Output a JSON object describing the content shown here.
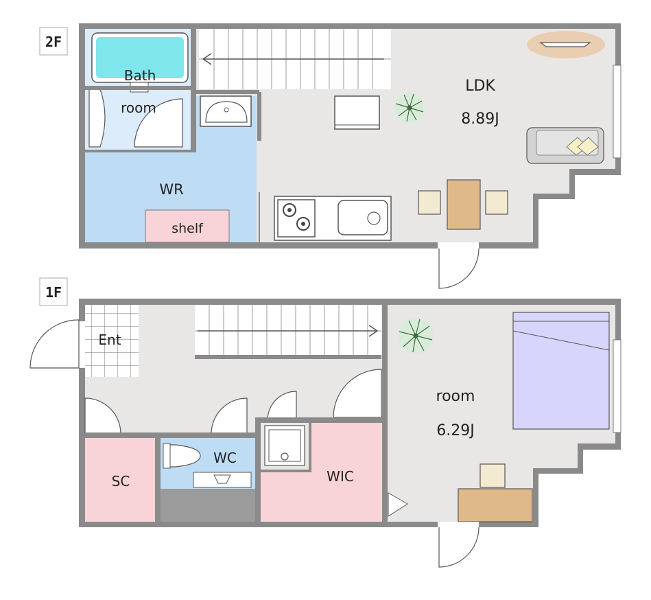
{
  "floors": {
    "second": {
      "label": "2F",
      "rooms": {
        "bath_line1": "Bath",
        "bath_line2": "room",
        "wr": "WR",
        "shelf": "shelf",
        "ldk": "LDK",
        "ldk_size": "8.89J"
      }
    },
    "first": {
      "label": "1F",
      "rooms": {
        "ent": "Ent",
        "sc": "SC",
        "wc": "WC",
        "wic": "WIC",
        "room": "room",
        "room_size": "6.29J"
      }
    }
  },
  "colors": {
    "wall": "#8a8a8a",
    "floor": "#e9e6e6",
    "wet_area": "#bfdcf5",
    "storage": "#f8d3d8",
    "bath_water": "#7fe6ec",
    "bed": "#d7d5fb",
    "wood": "#e0b98a",
    "plant": "#6a9a6a"
  }
}
